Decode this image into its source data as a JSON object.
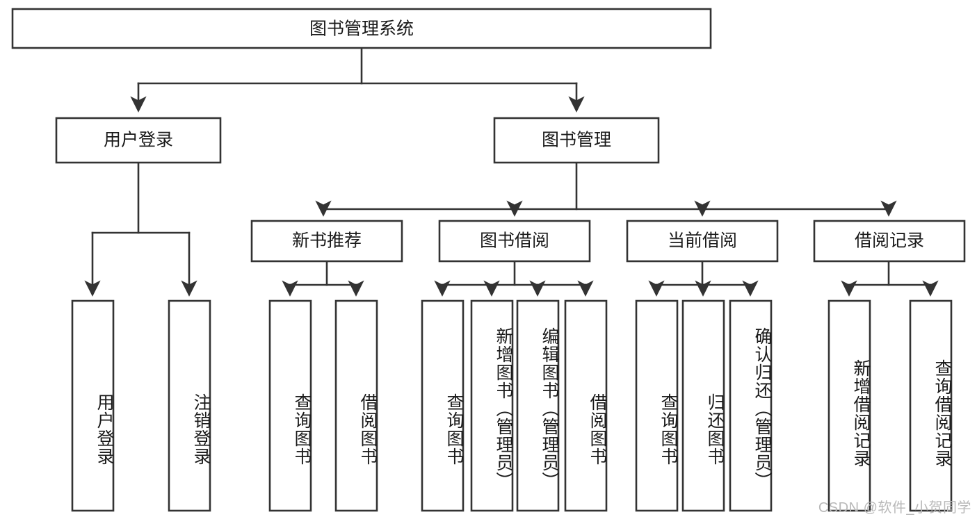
{
  "diagram": {
    "title": "图书管理系统",
    "type": "tree-hierarchy",
    "watermark": "CSDN @软件_小贺同学",
    "colors": {
      "stroke": "#333333",
      "fill": "#ffffff",
      "text": "#1a1a1a",
      "watermark": "#b9b9b9"
    },
    "levels": {
      "root": {
        "label": "图书管理系统"
      },
      "level2": [
        {
          "id": "user-login",
          "label": "用户登录"
        },
        {
          "id": "book-manage",
          "label": "图书管理"
        }
      ],
      "level3": [
        {
          "id": "new-book-recommend",
          "label": "新书推荐",
          "parent": "book-manage"
        },
        {
          "id": "book-borrow",
          "label": "图书借阅",
          "parent": "book-manage"
        },
        {
          "id": "current-borrow",
          "label": "当前借阅",
          "parent": "book-manage"
        },
        {
          "id": "borrow-record",
          "label": "借阅记录",
          "parent": "book-manage"
        }
      ],
      "leaves": [
        {
          "id": "leaf-user-login",
          "label": "用户登录",
          "parent": "user-login"
        },
        {
          "id": "leaf-logout-login",
          "label": "注销登录",
          "parent": "user-login"
        },
        {
          "id": "leaf-query-book-1",
          "label": "查询图书",
          "parent": "new-book-recommend"
        },
        {
          "id": "leaf-borrow-book-1",
          "label": "借阅图书",
          "parent": "new-book-recommend"
        },
        {
          "id": "leaf-query-book-2",
          "label": "查询图书",
          "parent": "book-borrow"
        },
        {
          "id": "leaf-add-book",
          "label": "新增图书（管理员）",
          "parent": "book-borrow"
        },
        {
          "id": "leaf-edit-book",
          "label": "编辑图书（管理员）",
          "parent": "book-borrow"
        },
        {
          "id": "leaf-borrow-book-2",
          "label": "借阅图书",
          "parent": "book-borrow"
        },
        {
          "id": "leaf-query-book-3",
          "label": "查询图书",
          "parent": "current-borrow"
        },
        {
          "id": "leaf-return-book",
          "label": "归还图书",
          "parent": "current-borrow"
        },
        {
          "id": "leaf-confirm-return",
          "label": "确认归还（管理员）",
          "parent": "current-borrow"
        },
        {
          "id": "leaf-add-record",
          "label": "新增借阅记录",
          "parent": "borrow-record"
        },
        {
          "id": "leaf-query-record",
          "label": "查询借阅记录",
          "parent": "borrow-record"
        }
      ]
    }
  },
  "chart_data": {
    "type": "table",
    "title": "图书管理系统",
    "nodes": [
      {
        "level": 1,
        "label": "图书管理系统",
        "children": [
          "用户登录",
          "图书管理"
        ]
      },
      {
        "level": 2,
        "label": "用户登录",
        "children": [
          "用户登录",
          "注销登录"
        ]
      },
      {
        "level": 2,
        "label": "图书管理",
        "children": [
          "新书推荐",
          "图书借阅",
          "当前借阅",
          "借阅记录"
        ]
      },
      {
        "level": 3,
        "label": "新书推荐",
        "children": [
          "查询图书",
          "借阅图书"
        ]
      },
      {
        "level": 3,
        "label": "图书借阅",
        "children": [
          "查询图书",
          "新增图书（管理员）",
          "编辑图书（管理员）",
          "借阅图书"
        ]
      },
      {
        "level": 3,
        "label": "当前借阅",
        "children": [
          "查询图书",
          "归还图书",
          "确认归还（管理员）"
        ]
      },
      {
        "level": 3,
        "label": "借阅记录",
        "children": [
          "新增借阅记录",
          "查询借阅记录"
        ]
      }
    ]
  }
}
